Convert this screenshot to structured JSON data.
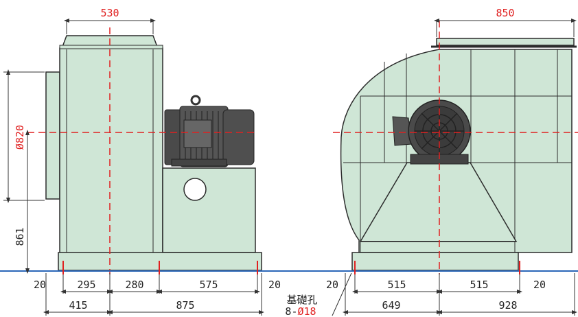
{
  "dimensions": {
    "side_top_width": "530",
    "front_top_width": "850",
    "shaft_diameter": "Ø820",
    "shaft_height": "861",
    "bottom_row_left": [
      "20",
      "295",
      "280",
      "575",
      "20"
    ],
    "bottom_row_total_left": [
      "415",
      "875"
    ],
    "bottom_row_right": [
      "20",
      "515",
      "515",
      "20"
    ],
    "bottom_row_total_right": [
      "649",
      "928"
    ]
  },
  "foundation_label": "基礎孔",
  "foundation_spec_prefix": "8-",
  "foundation_spec_value": "Ø18",
  "colors": {
    "body_fill": "#cfe6d6",
    "outline": "#2c2c2c",
    "centerline": "#e02020",
    "base_line": "#2a66b8",
    "motor": "#4a4a4a"
  },
  "icons": [
    "motor-icon",
    "outlet-flange-icon"
  ]
}
